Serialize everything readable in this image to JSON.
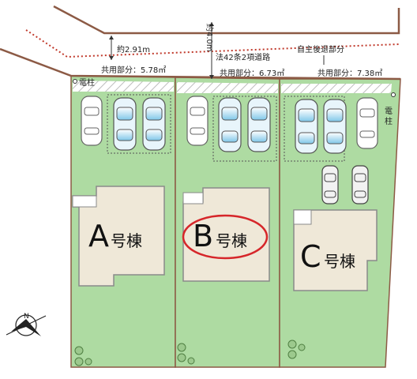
{
  "road": {
    "width_label": "約2.91m",
    "setback_label": "約4.0m",
    "road_type_label": "法42条2項道路",
    "self_setback_label": "自主後退部分"
  },
  "shared": {
    "a": "共用部分：5.78㎡",
    "b": "共用部分：6.73㎡",
    "c": "共用部分：7.38㎡"
  },
  "poles": {
    "left": "電柱",
    "right_1": "電",
    "right_2": "柱"
  },
  "houses": {
    "a_letter": "A",
    "a_suffix": "号棟",
    "b_letter": "B",
    "b_suffix": "号棟",
    "c_letter": "C",
    "c_suffix": "号棟"
  },
  "compass": {
    "north": "N"
  },
  "colors": {
    "lot_green": "#aedba2",
    "lot_border": "#8c5a45",
    "house_fill": "#efe8d8",
    "house_border": "#8a8a8a",
    "highlight": "#d6262a"
  }
}
